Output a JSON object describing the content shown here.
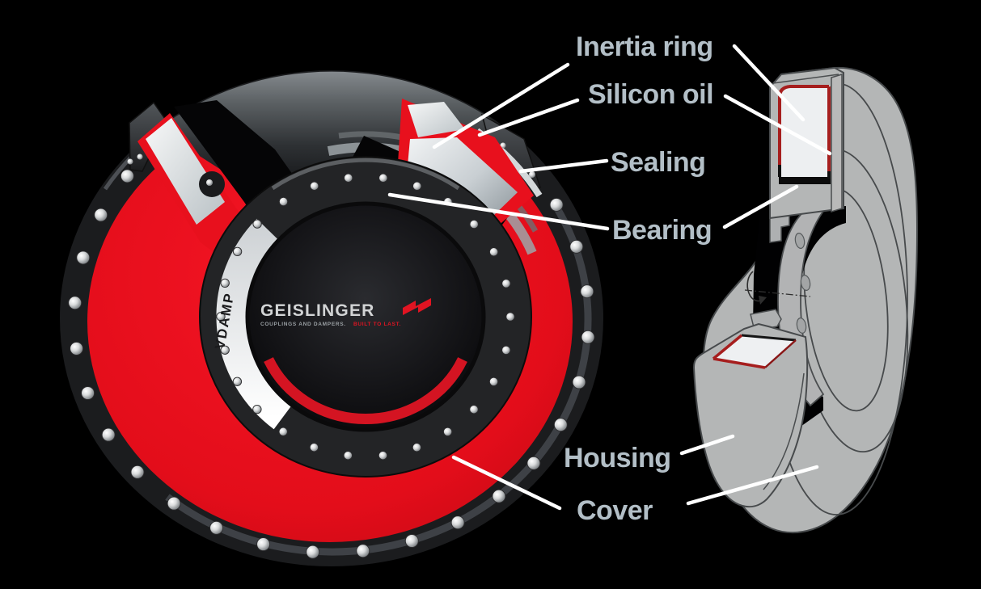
{
  "diagram": {
    "labels": {
      "inertia_ring": "Inertia ring",
      "silicon_oil": "Silicon oil",
      "sealing": "Sealing",
      "bearing": "Bearing",
      "housing": "Housing",
      "cover": "Cover"
    },
    "logo": {
      "brand": "GEISLINGER",
      "tagline": "COUPLINGS AND DAMPERS.",
      "tagline_highlight": "BUILT TO LAST.",
      "product": "VDAMP"
    },
    "colors": {
      "background": "#000000",
      "label_text": "#b3bfc7",
      "leader_line": "#ffffff",
      "brand_red": "#e60e1c",
      "oil_outline_red": "#a61e1e",
      "section_gray": "#b4b6b6",
      "inertia_ring_white": "#eef0f2"
    }
  }
}
